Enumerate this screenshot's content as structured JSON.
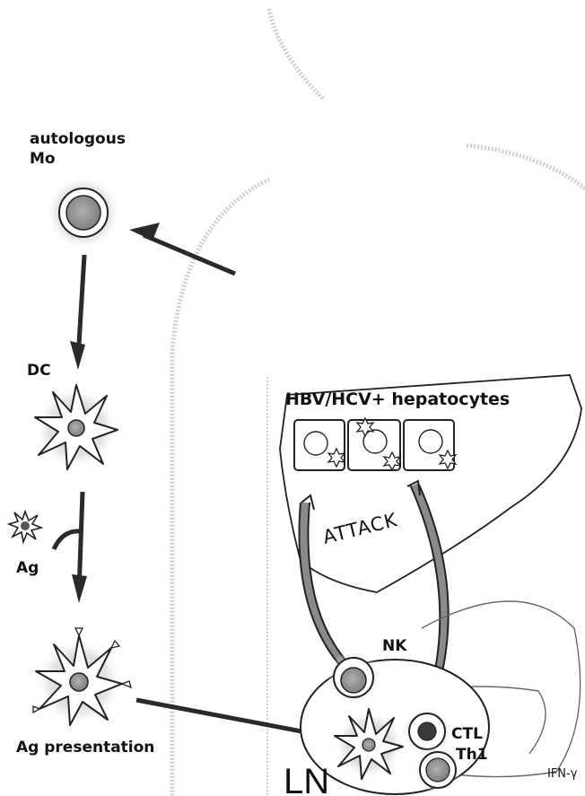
{
  "labels": {
    "monocyte": "autologous",
    "monocyte_line2": "Mo",
    "dc": "DC",
    "antigen": "Ag",
    "presentation": "Ag presentation",
    "hepatocytes": "HBV/HCV+ hepatocytes",
    "attack": "ATTACK",
    "nk": "NK",
    "ctl": "CTL",
    "th1": "Th1",
    "ifn": "IFN-γ",
    "lymph_node": "LN"
  },
  "colors": {
    "ink": "#1a1a1a",
    "arrow_dark": "#2a2a2a",
    "arrow_grey": "#8a8a8a",
    "body_outline": "#c9c9c9",
    "cell_fill": "#9a9a9a"
  }
}
